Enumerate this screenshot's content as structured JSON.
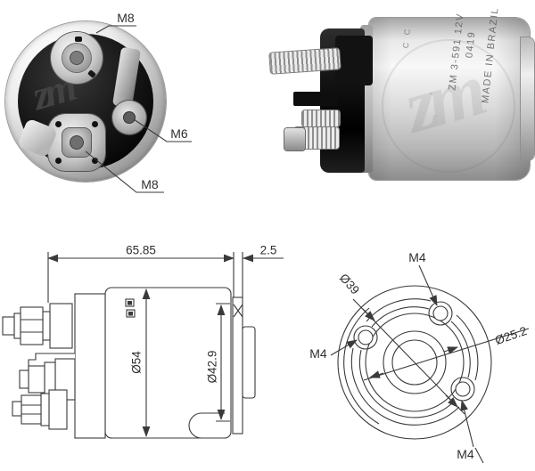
{
  "product": {
    "front_photo": {
      "label_top": "M8",
      "label_right": "M6",
      "label_bottom": "M8",
      "watermark": "zm"
    },
    "side_photo": {
      "stamp_part": "ZM 3-591 12V",
      "stamp_date": "0419",
      "stamp_origin": "MADE IN BRAZIL",
      "stamp_marks": "C C",
      "watermark": "zm"
    }
  },
  "side_drawing": {
    "overall_length": "65.85",
    "flange_thickness": "2.5",
    "body_diameter": "Ø54",
    "flange_diameter": "Ø42.9"
  },
  "flange_drawing": {
    "bolt_circle_diameter": "Ø39",
    "pilot_diameter": "Ø25.2",
    "hole_top": "M4",
    "hole_left": "M4",
    "hole_bottom": "M4"
  },
  "colors": {
    "line": "#3a3a3a",
    "label_text": "#2f2f2f",
    "metal_light": "#f8f8f8",
    "metal_dark": "#8d8d8d",
    "cap_black": "#141414",
    "face_black": "#0a0a0a",
    "background": "#ffffff"
  }
}
